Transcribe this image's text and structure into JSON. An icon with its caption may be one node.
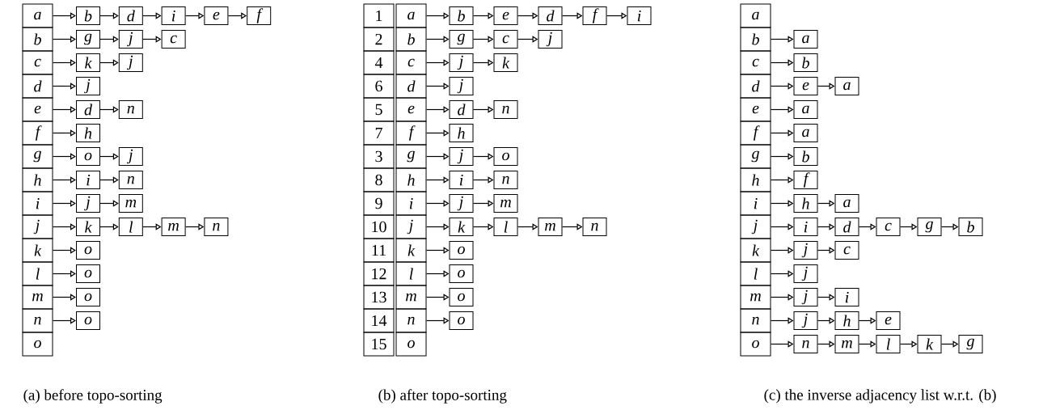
{
  "diagram": {
    "nodes": [
      {
        "text": [
          "a"
        ]
      },
      {
        "text": [
          "b"
        ]
      },
      {
        "text": [
          "d"
        ]
      },
      {
        "text": [
          "i"
        ]
      },
      {
        "text": [
          "e"
        ]
      },
      {
        "text": [
          "f"
        ]
      },
      {
        "text": [
          "b"
        ]
      },
      {
        "text": [
          "g"
        ]
      },
      {
        "text": [
          "j"
        ]
      },
      {
        "text": [
          "c"
        ]
      },
      {
        "text": [
          "c"
        ]
      },
      {
        "text": [
          "k"
        ]
      },
      {
        "text": [
          "j"
        ]
      },
      {
        "text": [
          "d"
        ]
      },
      {
        "text": [
          "j"
        ]
      },
      {
        "text": [
          "e"
        ]
      },
      {
        "text": [
          "d"
        ]
      },
      {
        "text": [
          "n"
        ]
      },
      {
        "text": [
          "f"
        ]
      },
      {
        "text": [
          "h"
        ]
      },
      {
        "text": [
          "g"
        ]
      },
      {
        "text": [
          "o"
        ]
      },
      {
        "text": [
          "j"
        ]
      },
      {
        "text": [
          "h"
        ]
      },
      {
        "text": [
          "i"
        ]
      },
      {
        "text": [
          "n"
        ]
      },
      {
        "text": [
          "i"
        ]
      },
      {
        "text": [
          "j"
        ]
      },
      {
        "text": [
          "m"
        ]
      },
      {
        "text": [
          "j"
        ]
      },
      {
        "text": [
          "k"
        ]
      },
      {
        "text": [
          "l"
        ]
      },
      {
        "text": [
          "m"
        ]
      },
      {
        "text": [
          "n"
        ]
      },
      {
        "text": [
          "k"
        ]
      },
      {
        "text": [
          "o"
        ]
      },
      {
        "text": [
          "l"
        ]
      },
      {
        "text": [
          "o"
        ]
      },
      {
        "text": [
          "m"
        ]
      },
      {
        "text": [
          "o"
        ]
      },
      {
        "text": [
          "n"
        ]
      },
      {
        "text": [
          "o"
        ]
      },
      {
        "text": [
          "o"
        ]
      },
      {
        "text": [
          "1"
        ]
      },
      {
        "text": [
          "a"
        ]
      },
      {
        "text": [
          "b"
        ]
      },
      {
        "text": [
          "e"
        ]
      },
      {
        "text": [
          "d"
        ]
      },
      {
        "text": [
          "f"
        ]
      },
      {
        "text": [
          "i"
        ]
      },
      {
        "text": [
          "2"
        ]
      },
      {
        "text": [
          "b"
        ]
      },
      {
        "text": [
          "g"
        ]
      },
      {
        "text": [
          "c"
        ]
      },
      {
        "text": [
          "j"
        ]
      },
      {
        "text": [
          "4"
        ]
      },
      {
        "text": [
          "c"
        ]
      },
      {
        "text": [
          "j"
        ]
      },
      {
        "text": [
          "k"
        ]
      },
      {
        "text": [
          "6"
        ]
      },
      {
        "text": [
          "d"
        ]
      },
      {
        "text": [
          "j"
        ]
      },
      {
        "text": [
          "5"
        ]
      },
      {
        "text": [
          "e"
        ]
      },
      {
        "text": [
          "d"
        ]
      },
      {
        "text": [
          "n"
        ]
      },
      {
        "text": [
          "7"
        ]
      },
      {
        "text": [
          "f"
        ]
      },
      {
        "text": [
          "h"
        ]
      },
      {
        "text": [
          "3"
        ]
      },
      {
        "text": [
          "g"
        ]
      },
      {
        "text": [
          "j"
        ]
      },
      {
        "text": [
          "o"
        ]
      },
      {
        "text": [
          "8"
        ]
      },
      {
        "text": [
          "h"
        ]
      },
      {
        "text": [
          "i"
        ]
      },
      {
        "text": [
          "n"
        ]
      },
      {
        "text": [
          "9"
        ]
      },
      {
        "text": [
          "i"
        ]
      },
      {
        "text": [
          "j"
        ]
      },
      {
        "text": [
          "m"
        ]
      },
      {
        "text": [
          "10"
        ]
      },
      {
        "text": [
          "j"
        ]
      },
      {
        "text": [
          "k"
        ]
      },
      {
        "text": [
          "l"
        ]
      },
      {
        "text": [
          "m"
        ]
      },
      {
        "text": [
          "n"
        ]
      },
      {
        "text": [
          "11"
        ]
      },
      {
        "text": [
          "k"
        ]
      },
      {
        "text": [
          "o"
        ]
      },
      {
        "text": [
          "12"
        ]
      },
      {
        "text": [
          "l"
        ]
      },
      {
        "text": [
          "o"
        ]
      },
      {
        "text": [
          "13"
        ]
      },
      {
        "text": [
          "m"
        ]
      },
      {
        "text": [
          "o"
        ]
      },
      {
        "text": [
          "14"
        ]
      },
      {
        "text": [
          "n"
        ]
      },
      {
        "text": [
          "o"
        ]
      },
      {
        "text": [
          "15"
        ]
      },
      {
        "text": [
          "o"
        ]
      },
      {
        "text": [
          "a"
        ]
      },
      {
        "text": [
          "b"
        ]
      },
      {
        "text": [
          "a"
        ]
      },
      {
        "text": [
          "c"
        ]
      },
      {
        "text": [
          "b"
        ]
      },
      {
        "text": [
          "d"
        ]
      },
      {
        "text": [
          "e"
        ]
      },
      {
        "text": [
          "a"
        ]
      },
      {
        "text": [
          "e"
        ]
      },
      {
        "text": [
          "a"
        ]
      },
      {
        "text": [
          "f"
        ]
      },
      {
        "text": [
          "a"
        ]
      },
      {
        "text": [
          "g"
        ]
      },
      {
        "text": [
          "b"
        ]
      },
      {
        "text": [
          "h"
        ]
      },
      {
        "text": [
          "f"
        ]
      },
      {
        "text": [
          "i"
        ]
      },
      {
        "text": [
          "h"
        ]
      },
      {
        "text": [
          "a"
        ]
      },
      {
        "text": [
          "j"
        ]
      },
      {
        "text": [
          "i"
        ]
      },
      {
        "text": [
          "d"
        ]
      },
      {
        "text": [
          "c"
        ]
      },
      {
        "text": [
          "g"
        ]
      },
      {
        "text": [
          "b"
        ]
      },
      {
        "text": [
          "k"
        ]
      },
      {
        "text": [
          "j"
        ]
      },
      {
        "text": [
          "c"
        ]
      },
      {
        "text": [
          "l"
        ]
      },
      {
        "text": [
          "j"
        ]
      },
      {
        "text": [
          "m"
        ]
      },
      {
        "text": [
          "j"
        ]
      },
      {
        "text": [
          "i"
        ]
      },
      {
        "text": [
          "n"
        ]
      },
      {
        "text": [
          "j"
        ]
      },
      {
        "text": [
          "h"
        ]
      },
      {
        "text": [
          "e"
        ]
      },
      {
        "text": [
          "o"
        ]
      },
      {
        "text": [
          "n"
        ]
      },
      {
        "text": [
          "m"
        ]
      },
      {
        "text": [
          "l"
        ]
      },
      {
        "text": [
          "k"
        ]
      },
      {
        "text": [
          "g"
        ]
      }
    ],
    "edges": [
      {
        "from": 0,
        "to": 1,
        "arrow": "to"
      },
      {
        "from": 1,
        "to": 2,
        "arrow": "to"
      },
      {
        "from": 2,
        "to": 3,
        "arrow": "to"
      },
      {
        "from": 3,
        "to": 4,
        "arrow": "to"
      },
      {
        "from": 4,
        "to": 5,
        "arrow": "to"
      },
      {
        "from": 6,
        "to": 7,
        "arrow": "to"
      },
      {
        "from": 7,
        "to": 8,
        "arrow": "to"
      },
      {
        "from": 8,
        "to": 9,
        "arrow": "to"
      },
      {
        "from": 10,
        "to": 11,
        "arrow": "to"
      },
      {
        "from": 11,
        "to": 12,
        "arrow": "to"
      },
      {
        "from": 13,
        "to": 14,
        "arrow": "to"
      },
      {
        "from": 15,
        "to": 16,
        "arrow": "to"
      },
      {
        "from": 16,
        "to": 17,
        "arrow": "to"
      },
      {
        "from": 18,
        "to": 19,
        "arrow": "to"
      },
      {
        "from": 20,
        "to": 21,
        "arrow": "to"
      },
      {
        "from": 21,
        "to": 22,
        "arrow": "to"
      },
      {
        "from": 23,
        "to": 24,
        "arrow": "to"
      },
      {
        "from": 24,
        "to": 25,
        "arrow": "to"
      },
      {
        "from": 26,
        "to": 27,
        "arrow": "to"
      },
      {
        "from": 27,
        "to": 28,
        "arrow": "to"
      },
      {
        "from": 29,
        "to": 30,
        "arrow": "to"
      },
      {
        "from": 30,
        "to": 31,
        "arrow": "to"
      },
      {
        "from": 31,
        "to": 32,
        "arrow": "to"
      },
      {
        "from": 32,
        "to": 33,
        "arrow": "to"
      },
      {
        "from": 34,
        "to": 35,
        "arrow": "to"
      },
      {
        "from": 36,
        "to": 37,
        "arrow": "to"
      },
      {
        "from": 38,
        "to": 39,
        "arrow": "to"
      },
      {
        "from": 40,
        "to": 41,
        "arrow": "to"
      },
      {
        "from": 44,
        "to": 45,
        "arrow": "to"
      },
      {
        "from": 45,
        "to": 46,
        "arrow": "to"
      },
      {
        "from": 46,
        "to": 47,
        "arrow": "to"
      },
      {
        "from": 47,
        "to": 48,
        "arrow": "to"
      },
      {
        "from": 48,
        "to": 49,
        "arrow": "to"
      },
      {
        "from": 51,
        "to": 52,
        "arrow": "to"
      },
      {
        "from": 52,
        "to": 53,
        "arrow": "to"
      },
      {
        "from": 53,
        "to": 54,
        "arrow": "to"
      },
      {
        "from": 56,
        "to": 57,
        "arrow": "to"
      },
      {
        "from": 57,
        "to": 58,
        "arrow": "to"
      },
      {
        "from": 60,
        "to": 61,
        "arrow": "to"
      },
      {
        "from": 63,
        "to": 64,
        "arrow": "to"
      },
      {
        "from": 64,
        "to": 65,
        "arrow": "to"
      },
      {
        "from": 67,
        "to": 68,
        "arrow": "to"
      },
      {
        "from": 70,
        "to": 71,
        "arrow": "to"
      },
      {
        "from": 71,
        "to": 72,
        "arrow": "to"
      },
      {
        "from": 74,
        "to": 75,
        "arrow": "to"
      },
      {
        "from": 75,
        "to": 76,
        "arrow": "to"
      },
      {
        "from": 78,
        "to": 79,
        "arrow": "to"
      },
      {
        "from": 79,
        "to": 80,
        "arrow": "to"
      },
      {
        "from": 82,
        "to": 83,
        "arrow": "to"
      },
      {
        "from": 83,
        "to": 84,
        "arrow": "to"
      },
      {
        "from": 84,
        "to": 85,
        "arrow": "to"
      },
      {
        "from": 85,
        "to": 86,
        "arrow": "to"
      },
      {
        "from": 88,
        "to": 89,
        "arrow": "to"
      },
      {
        "from": 91,
        "to": 92,
        "arrow": "to"
      },
      {
        "from": 94,
        "to": 95,
        "arrow": "to"
      },
      {
        "from": 97,
        "to": 98,
        "arrow": "to"
      },
      {
        "from": 102,
        "to": 103,
        "arrow": "to"
      },
      {
        "from": 104,
        "to": 105,
        "arrow": "to"
      },
      {
        "from": 106,
        "to": 107,
        "arrow": "to"
      },
      {
        "from": 107,
        "to": 108,
        "arrow": "to"
      },
      {
        "from": 109,
        "to": 110,
        "arrow": "to"
      },
      {
        "from": 111,
        "to": 112,
        "arrow": "to"
      },
      {
        "from": 113,
        "to": 114,
        "arrow": "to"
      },
      {
        "from": 115,
        "to": 116,
        "arrow": "to"
      },
      {
        "from": 117,
        "to": 118,
        "arrow": "to"
      },
      {
        "from": 118,
        "to": 119,
        "arrow": "to"
      },
      {
        "from": 120,
        "to": 121,
        "arrow": "to"
      },
      {
        "from": 121,
        "to": 122,
        "arrow": "to"
      },
      {
        "from": 122,
        "to": 123,
        "arrow": "to"
      },
      {
        "from": 123,
        "to": 124,
        "arrow": "to"
      },
      {
        "from": 124,
        "to": 125,
        "arrow": "to"
      },
      {
        "from": 126,
        "to": 127,
        "arrow": "to"
      },
      {
        "from": 127,
        "to": 128,
        "arrow": "to"
      },
      {
        "from": 129,
        "to": 130,
        "arrow": "to"
      },
      {
        "from": 131,
        "to": 132,
        "arrow": "to"
      },
      {
        "from": 132,
        "to": 133,
        "arrow": "to"
      },
      {
        "from": 134,
        "to": 135,
        "arrow": "to"
      },
      {
        "from": 135,
        "to": 136,
        "arrow": "to"
      },
      {
        "from": 136,
        "to": 137,
        "arrow": "to"
      },
      {
        "from": 138,
        "to": 139,
        "arrow": "to"
      },
      {
        "from": 139,
        "to": 140,
        "arrow": "to"
      },
      {
        "from": 140,
        "to": 141,
        "arrow": "to"
      },
      {
        "from": 141,
        "to": 142,
        "arrow": "to"
      },
      {
        "from": 142,
        "to": 143,
        "arrow": "to"
      }
    ],
    "labels": [
      "(a) before topo-sorting",
      "(b) after topo-sorting",
      "(c) the inverse adjacency list w.r.t. (b)"
    ]
  }
}
